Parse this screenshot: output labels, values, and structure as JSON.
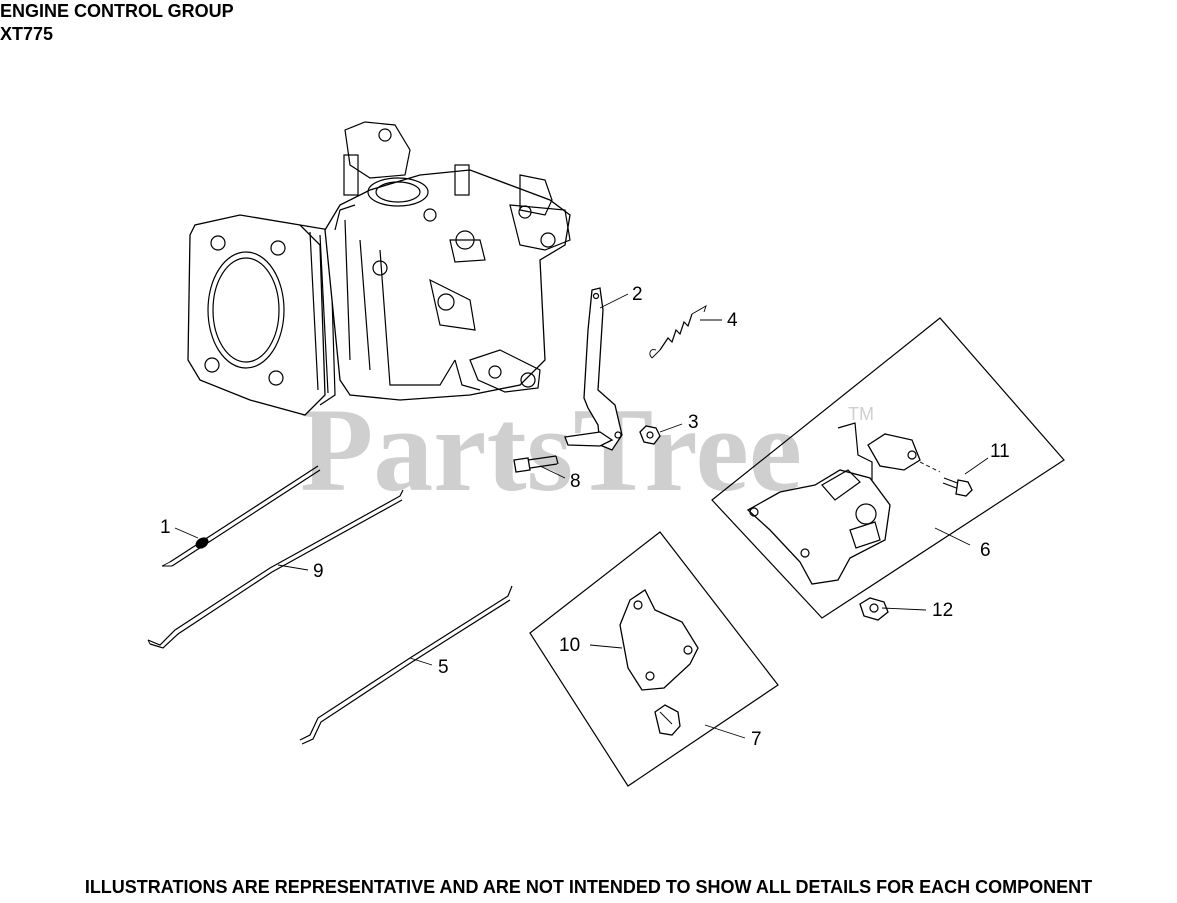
{
  "header": {
    "title": "ENGINE CONTROL GROUP",
    "model": "XT775"
  },
  "watermark": {
    "text": "PartsTree",
    "tm": "TM"
  },
  "callouts": [
    "1",
    "2",
    "3",
    "4",
    "5",
    "6",
    "7",
    "8",
    "9",
    "10",
    "11",
    "12"
  ],
  "footer": {
    "note": "ILLUSTRATIONS ARE REPRESENTATIVE AND ARE NOT INTENDED TO SHOW ALL DETAILS FOR EACH COMPONENT"
  }
}
